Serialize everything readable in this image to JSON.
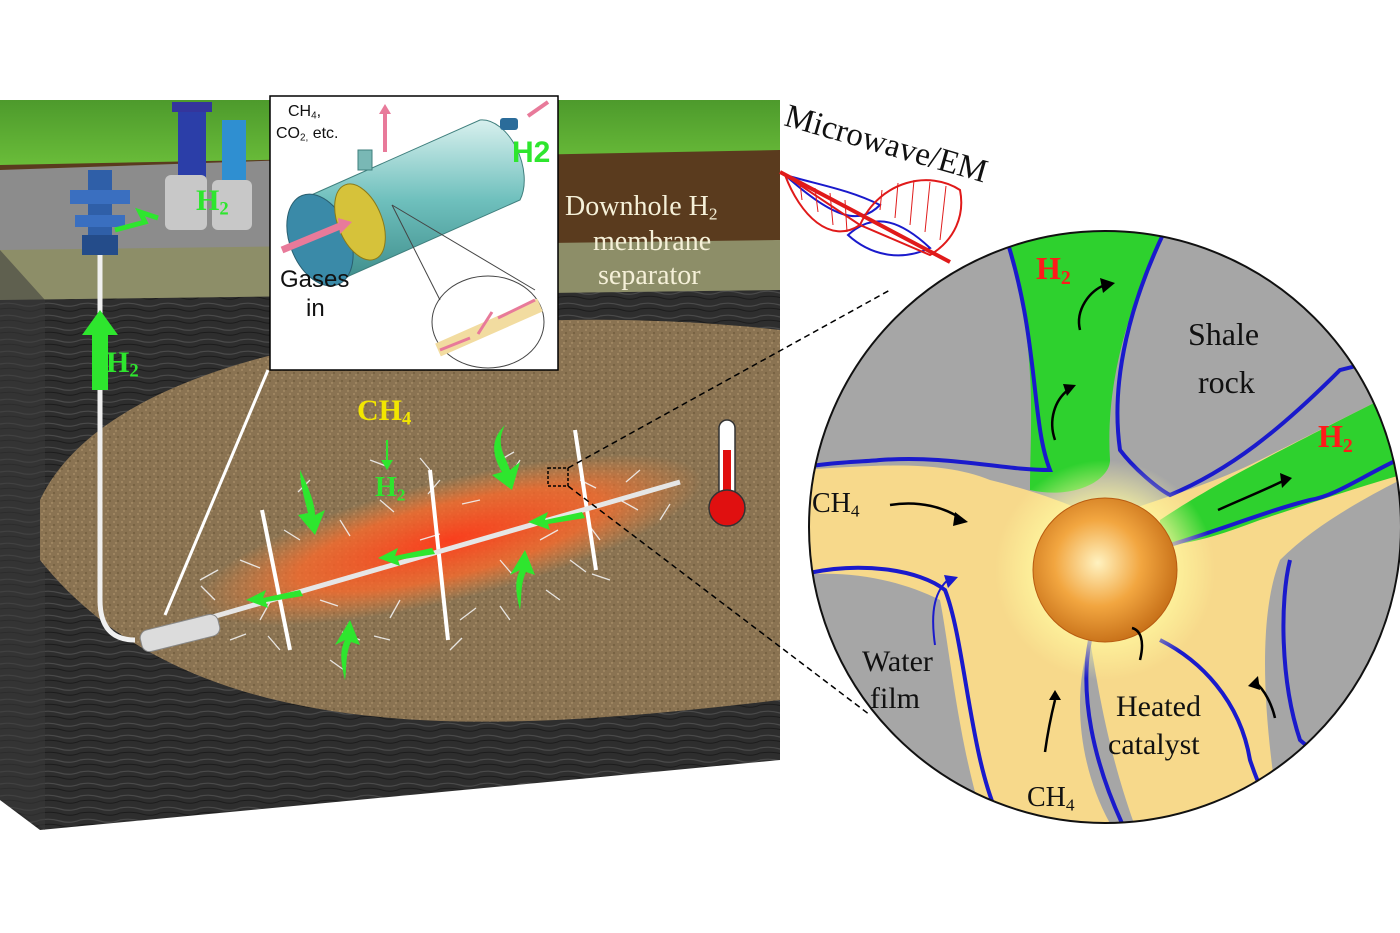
{
  "labels": {
    "microwave": "Microwave/EM",
    "separator_line1": "Downhole H",
    "separator_line1_sub": "2",
    "separator_line2": "membrane",
    "separator_line3": "separator",
    "inset_ch4": "CH",
    "inset_ch4_sub": "4",
    "inset_co2": "CO",
    "inset_co2_sub": "2,",
    "inset_co2_rest": " etc.",
    "inset_h2": "H2",
    "inset_gases_line1": "Gases",
    "inset_gases_line2": "in",
    "surface_h2": "H",
    "surface_h2_sub": "2",
    "well_h2": "H",
    "well_h2_sub": "2",
    "reservoir_ch4": "CH",
    "reservoir_ch4_sub": "4",
    "reservoir_h2": "H",
    "reservoir_h2_sub": "2",
    "circle_h2_top": "H",
    "circle_h2_top_sub": "2",
    "circle_h2_right": "H",
    "circle_h2_right_sub": "2",
    "shale_line1": "Shale",
    "shale_line2": "rock",
    "ch4_left": "CH",
    "ch4_left_sub": "4",
    "ch4_bottom": "CH",
    "ch4_bottom_sub": "4",
    "water_line1": "Water",
    "water_line2": "film",
    "catalyst_line1": "Heated",
    "catalyst_line2": "catalyst"
  },
  "colors": {
    "h2_green": "#2ee62e",
    "h2_red": "#ff1a1a",
    "ch4_yellow": "#f2e600",
    "shale_gray": "#a6a6a6",
    "pore_yellow": "#f7d98b",
    "pore_green": "#2ed12e",
    "water_blue": "#1a1acc",
    "heat_red": "#e8401a"
  },
  "icons": [
    "thermometer-icon",
    "wellhead-icon",
    "catalyst-sun-icon",
    "membrane-separator-icon",
    "em-wave-icon"
  ]
}
